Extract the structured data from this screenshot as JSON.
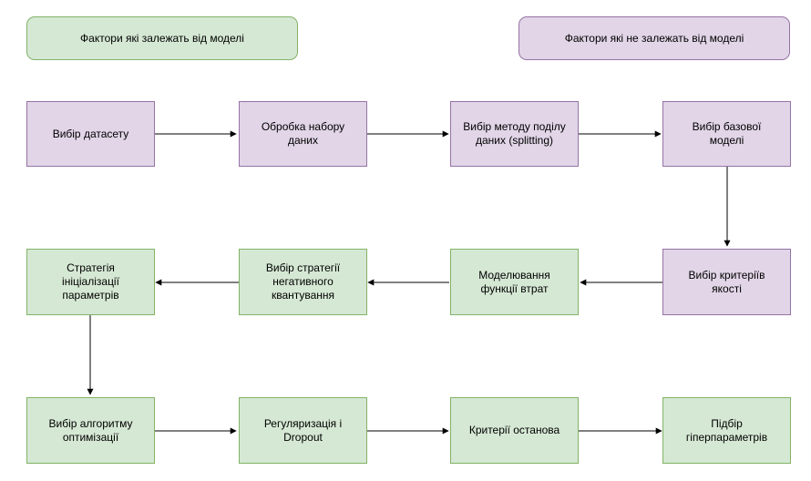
{
  "legend": {
    "model_dependent": "Фактори які залежать від моделі",
    "model_independent": "Фактори які не залежать від моделі"
  },
  "row1": [
    {
      "id": "dataset",
      "label": "Вибір датасету"
    },
    {
      "id": "processing",
      "label": "Обробка набору\nданих"
    },
    {
      "id": "splitting",
      "label": "Вибір методу поділу\nданих (splitting)"
    },
    {
      "id": "base_model",
      "label": "Вибір базової\nмоделі"
    }
  ],
  "row2": [
    {
      "id": "init",
      "label": "Стратегія\nініціалізації\nпараметрів"
    },
    {
      "id": "neg_quant",
      "label": "Вибір стратегії\nнегативного\nквантування"
    },
    {
      "id": "loss",
      "label": "Моделювання\nфункції втрат"
    },
    {
      "id": "quality",
      "label": "Вибір критеріїв\nякості"
    }
  ],
  "row3": [
    {
      "id": "optimizer",
      "label": "Вибір алгоритму\nоптимізації"
    },
    {
      "id": "regularization",
      "label": "Регуляризація і\nDropout"
    },
    {
      "id": "stopping",
      "label": "Критерії останова"
    },
    {
      "id": "hyperparams",
      "label": "Підбір\nгіперпараметрів"
    }
  ],
  "colors": {
    "model_dependent_fill": "#d5e8d4",
    "model_dependent_stroke": "#82b366",
    "model_independent_fill": "#e1d5e7",
    "model_independent_stroke": "#9673a6"
  }
}
